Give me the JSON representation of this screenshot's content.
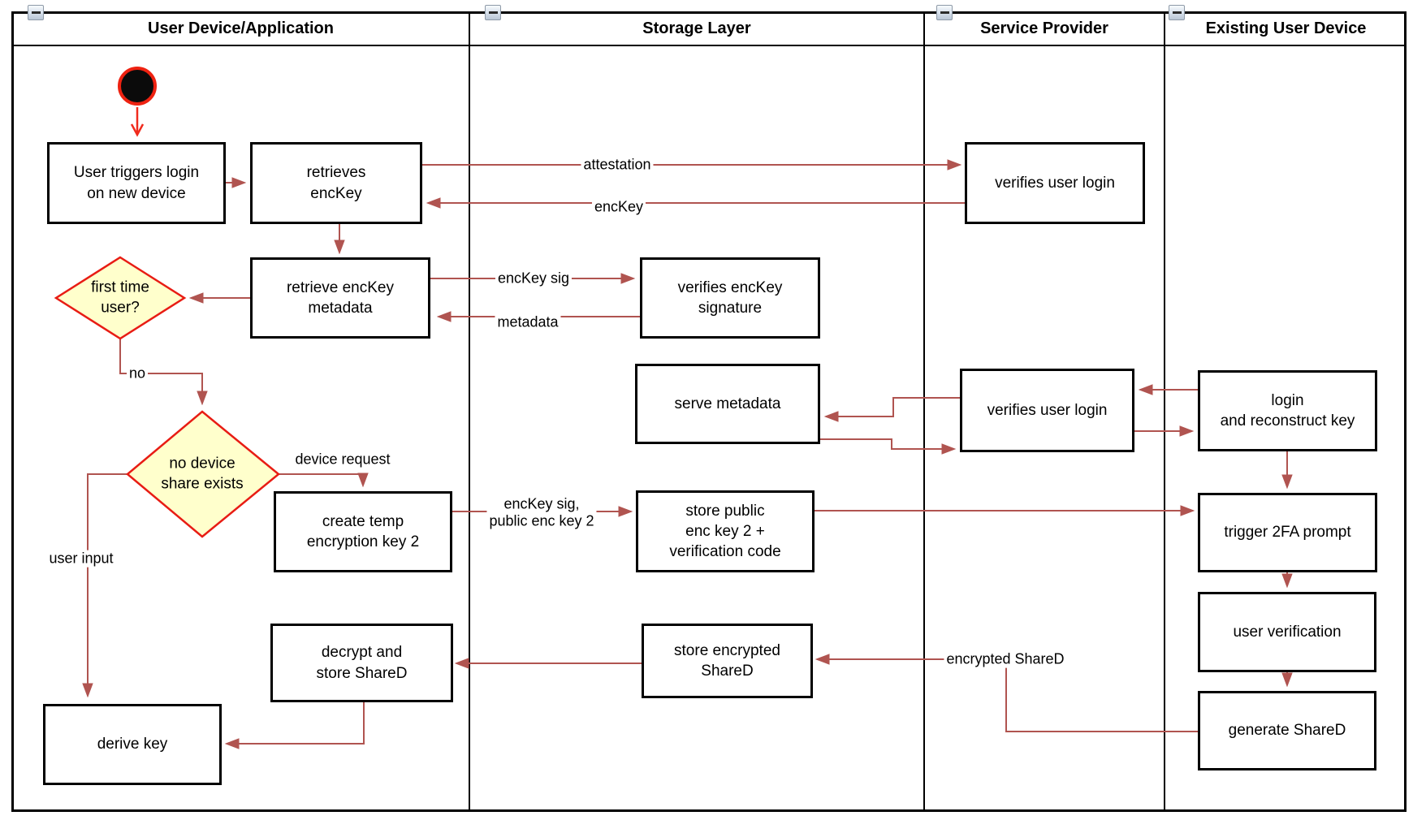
{
  "lanes": [
    {
      "title": "User Device/Application"
    },
    {
      "title": "Storage Layer"
    },
    {
      "title": "Service Provider"
    },
    {
      "title": "Existing User Device"
    }
  ],
  "nodes": {
    "user_triggers_login": "User triggers login\non new device",
    "retrieves_enckey": "retrieves\nencKey",
    "retrieve_enckey_metadata": "retrieve encKey\nmetadata",
    "verifies_user_login_top": "verifies user login",
    "verifies_enckey_signature": "verifies encKey\nsignature",
    "serve_metadata": "serve metadata",
    "verifies_user_login_mid": "verifies user login",
    "login_and_reconstruct_key": "login\nand reconstruct key",
    "create_temp_encryption_key_2": "create temp\nencryption key 2",
    "store_public_enc_key_2": "store public\nenc key 2 +\nverification code",
    "trigger_2fa_prompt": "trigger 2FA prompt",
    "user_verification": "user verification",
    "generate_shared": "generate ShareD",
    "store_encrypted_shared": "store encrypted\nShareD",
    "decrypt_and_store_shared": "decrypt and\nstore ShareD",
    "derive_key": "derive key"
  },
  "decisions": {
    "first_time_user": "first time\nuser?",
    "no_device_share_exists": "no device\nshare exists"
  },
  "edge_labels": {
    "attestation": "attestation",
    "enckey": "encKey",
    "enckey_sig": "encKey sig",
    "metadata": "metadata",
    "no": "no",
    "device_request": "device request",
    "user_input": "user input",
    "enckey_sig_public_enc_key_2": "encKey sig,\npublic enc key 2",
    "encrypted_shared": "encrypted ShareD"
  },
  "icons": {
    "lane_collapse": "minus"
  },
  "colors": {
    "edge": "#b05450",
    "start_edge": "#f02b1d",
    "decision_fill": "#ffffcc",
    "decision_stroke": "#e81c14",
    "node_stroke": "#000000",
    "node_fill": "#ffffff"
  }
}
